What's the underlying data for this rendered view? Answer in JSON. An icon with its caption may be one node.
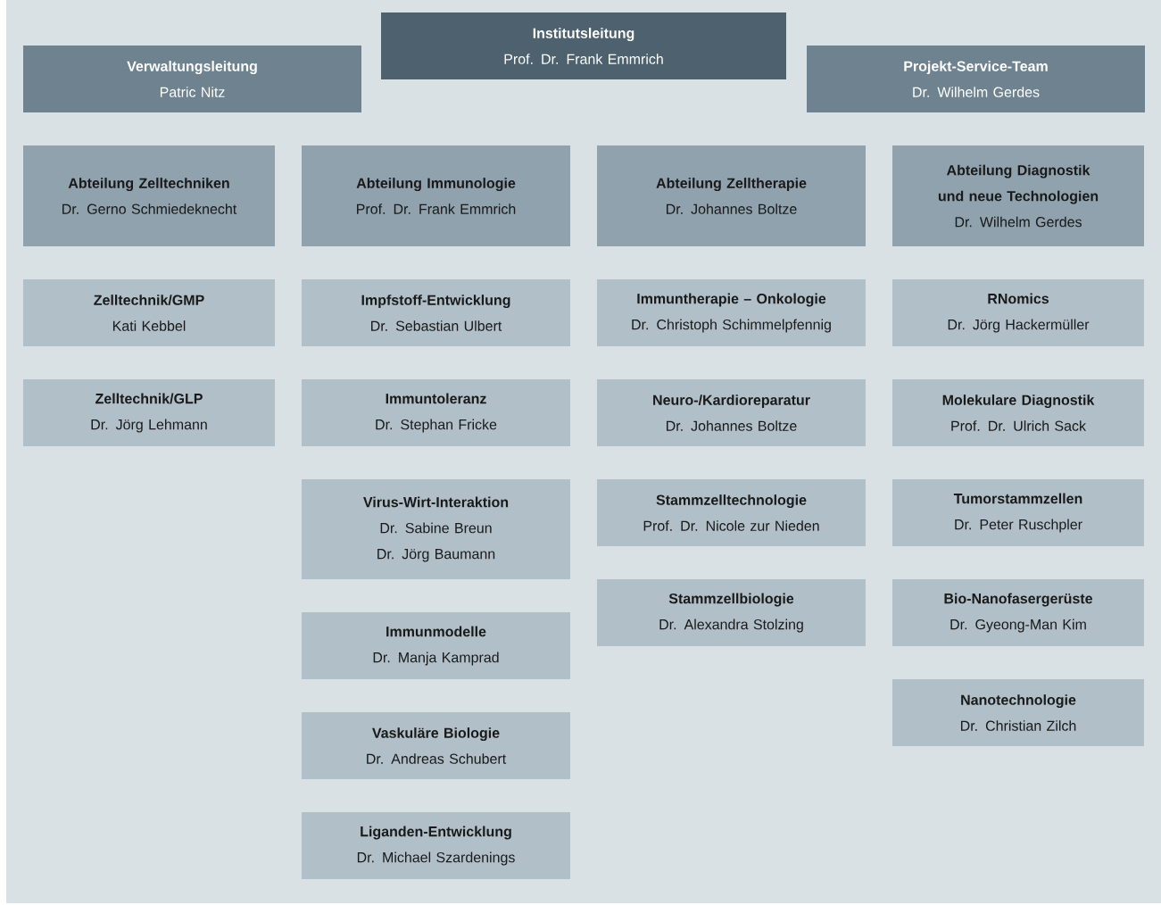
{
  "diagram": {
    "nodes": [
      {
        "text": [
          "Verwaltungsleitung",
          "Patric Nitz"
        ]
      },
      {
        "text": [
          "Institutsleitung",
          "Prof. Dr. Frank Emmrich"
        ]
      },
      {
        "text": [
          "Projekt-Service-Team",
          "Dr. Wilhelm Gerdes"
        ]
      },
      {
        "text": [
          "Abteilung Zelltechniken",
          "Dr. Gerno Schmiedeknecht"
        ]
      },
      {
        "text": [
          "Abteilung Immunologie",
          "Prof. Dr. Frank Emmrich"
        ]
      },
      {
        "text": [
          "Abteilung Zelltherapie",
          "Dr. Johannes Boltze"
        ]
      },
      {
        "text": [
          "Abteilung Diagnostik und neue Technologien",
          "Dr. Wilhelm Gerdes"
        ]
      },
      {
        "text": [
          "Zelltechnik/GMP",
          "Kati Kebbel"
        ]
      },
      {
        "text": [
          "Impfstoff-Entwicklung",
          "Dr. Sebastian Ulbert"
        ]
      },
      {
        "text": [
          "Immuntherapie – Onkologie",
          "Dr. Christoph Schimmelpfennig"
        ]
      },
      {
        "text": [
          "RNomics",
          "Dr. Jörg Hackermüller"
        ]
      },
      {
        "text": [
          "Zelltechnik/GLP",
          "Dr. Jörg Lehmann"
        ]
      },
      {
        "text": [
          "Immuntoleranz",
          "Dr. Stephan Fricke"
        ]
      },
      {
        "text": [
          "Neuro-/Kardioreparatur",
          "Dr. Johannes Boltze"
        ]
      },
      {
        "text": [
          "Molekulare Diagnostik",
          "Prof. Dr. Ulrich Sack"
        ]
      },
      {
        "text": [
          "Virus-Wirt-Interaktion",
          "Dr. Sabine Breun",
          "Dr. Jörg Baumann"
        ]
      },
      {
        "text": [
          "Stammzelltechnologie",
          "Prof. Dr. Nicole zur Nieden"
        ]
      },
      {
        "text": [
          "Tumorstammzellen",
          "Dr. Peter Ruschpler"
        ]
      },
      {
        "text": [
          "Stammzellbiologie",
          "Dr. Alexandra Stolzing"
        ]
      },
      {
        "text": [
          "Bio-Nanofasergerüste",
          "Dr. Gyeong-Man Kim"
        ]
      },
      {
        "text": [
          "Immunmodelle",
          "Dr. Manja Kamprad"
        ]
      },
      {
        "text": [
          "Nanotechnologie",
          "Dr. Christian Zilch"
        ]
      },
      {
        "text": [
          "Vaskuläre Biologie",
          "Dr. Andreas Schubert"
        ]
      },
      {
        "text": [
          "Liganden-Entwicklung",
          "Dr. Michael Szardenings"
        ]
      }
    ]
  }
}
